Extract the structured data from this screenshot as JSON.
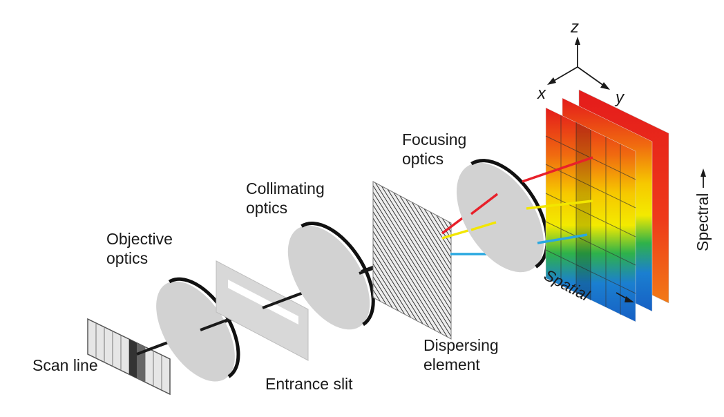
{
  "labels": {
    "scan_line": "Scan line",
    "objective_line1": "Objective",
    "objective_line2": "optics",
    "entrance_slit": "Entrance slit",
    "collimating_line1": "Collimating",
    "collimating_line2": "optics",
    "focusing_line1": "Focusing",
    "focusing_line2": "optics",
    "dispersing_line1": "Dispersing",
    "dispersing_line2": "element",
    "spatial": "Spatial",
    "spectral": "Spectral"
  },
  "axes": {
    "x": "x",
    "y": "y",
    "z": "z"
  },
  "colors": {
    "ray_red": "#e8202a",
    "ray_yellow": "#f2e600",
    "ray_blue": "#2aa8e0",
    "lens_fill": "#d4d4d4",
    "lens_edge": "#111111",
    "beam": "#1a1a1a"
  }
}
